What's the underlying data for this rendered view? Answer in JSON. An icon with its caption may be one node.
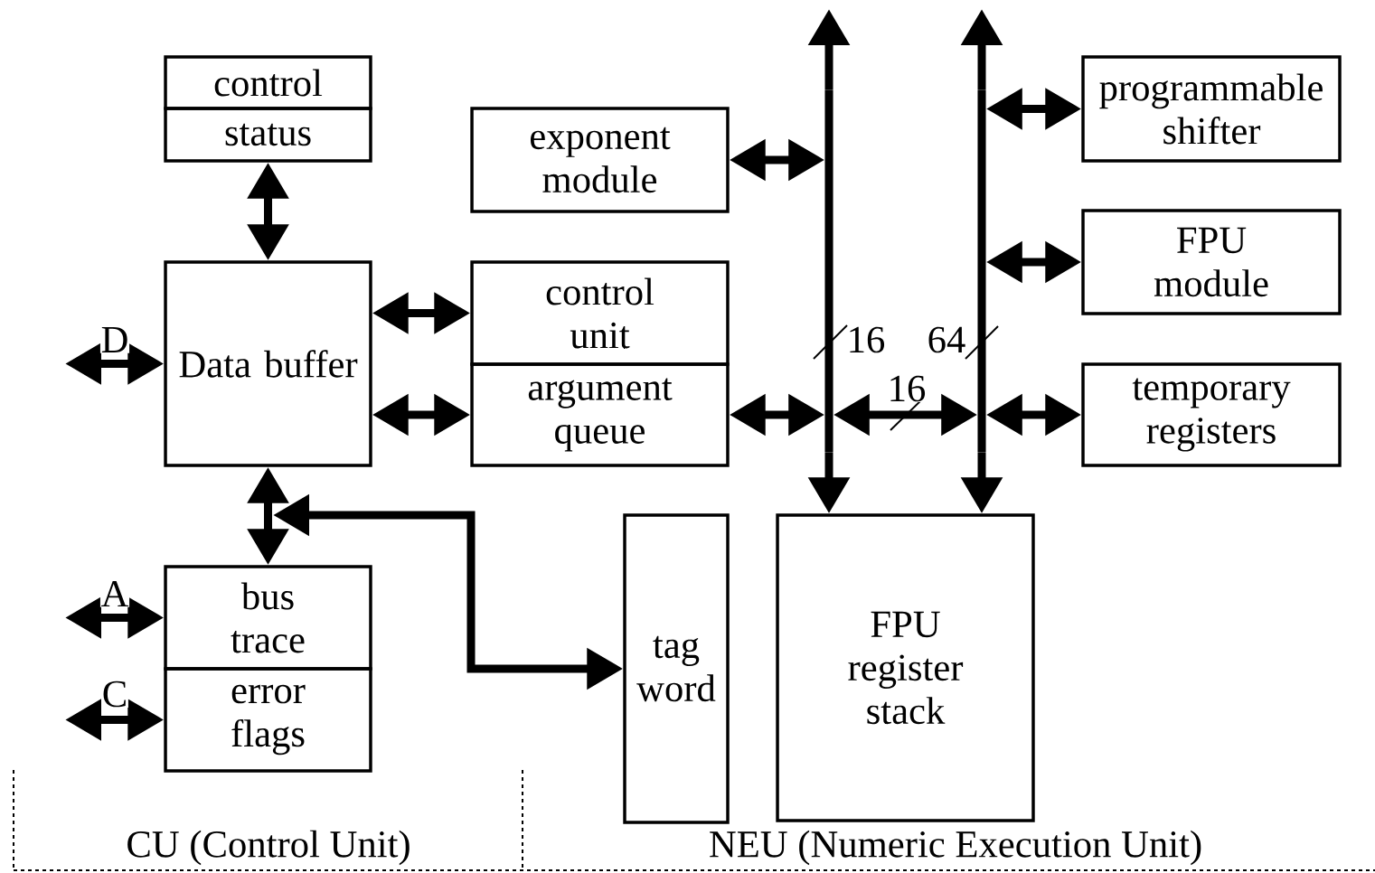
{
  "diagram": {
    "nodes": [
      {
        "text": [
          "control"
        ]
      },
      {
        "text": [
          "status"
        ]
      },
      {
        "text": [
          "Data buffer"
        ]
      },
      {
        "text": [
          "control unit"
        ]
      },
      {
        "text": [
          "argument queue"
        ]
      },
      {
        "text": [
          "exponent module"
        ]
      },
      {
        "text": [
          "bus trace"
        ]
      },
      {
        "text": [
          "error flags"
        ]
      },
      {
        "text": [
          "tag word"
        ]
      },
      {
        "text": [
          "FPU register stack"
        ]
      },
      {
        "text": [
          "programmable shifter"
        ]
      },
      {
        "text": [
          "FPU module"
        ]
      },
      {
        "text": [
          "temporary registers"
        ]
      },
      {
        "text": [],
        "shape": "bar"
      },
      {
        "text": [],
        "shape": "bar"
      }
    ],
    "edges": [
      {
        "from": 1,
        "to": 2,
        "arrow": "both"
      },
      {
        "from": null,
        "to": 2,
        "arrow": "both",
        "label": "D"
      },
      {
        "from": 2,
        "to": 3,
        "arrow": "both"
      },
      {
        "from": 2,
        "to": 4,
        "arrow": "both"
      },
      {
        "from": 5,
        "to": 13,
        "arrow": "both"
      },
      {
        "from": 4,
        "to": 13,
        "arrow": "both"
      },
      {
        "from": 13,
        "to": 14,
        "arrow": "both",
        "label": "16"
      },
      {
        "from": 14,
        "to": 10,
        "arrow": "both"
      },
      {
        "from": 14,
        "to": 11,
        "arrow": "both"
      },
      {
        "from": 14,
        "to": 12,
        "arrow": "both"
      },
      {
        "from": 13,
        "to": null,
        "arrow": "to"
      },
      {
        "from": 14,
        "to": null,
        "arrow": "to"
      },
      {
        "from": 13,
        "to": 9,
        "arrow": "to"
      },
      {
        "from": 14,
        "to": 9,
        "arrow": "to"
      },
      {
        "from": 2,
        "to": 6,
        "arrow": "both"
      },
      {
        "from": null,
        "to": 8,
        "arrow": "both"
      },
      {
        "from": null,
        "to": 6,
        "arrow": "both",
        "label": "A"
      },
      {
        "from": null,
        "to": 7,
        "arrow": "both",
        "label": "C"
      }
    ],
    "labels": [
      "16",
      "64",
      "CU (Control Unit)",
      "NEU (Numeric Execution Unit)"
    ]
  }
}
